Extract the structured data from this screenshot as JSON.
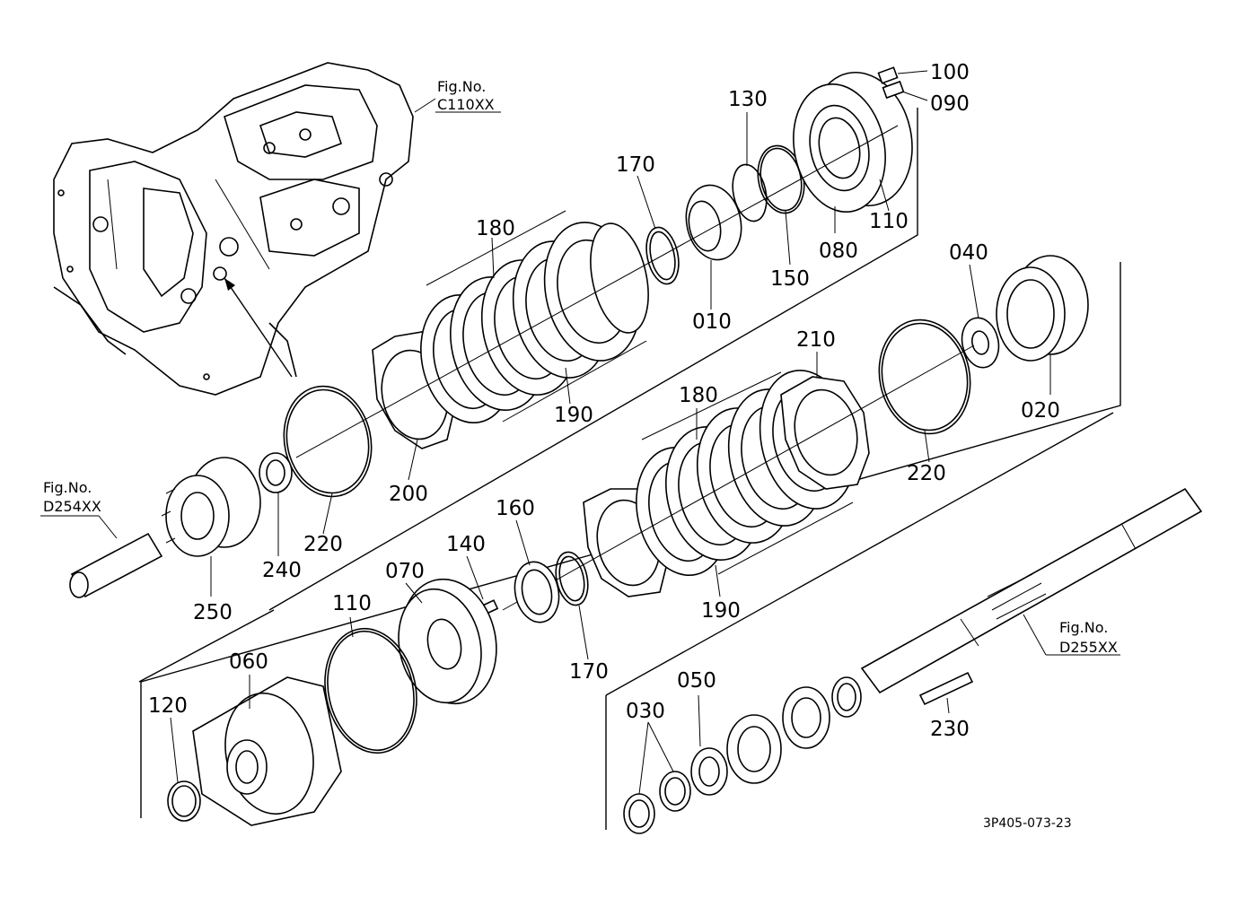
{
  "figure": {
    "code": "3P405-073-23",
    "refs": {
      "c110": {
        "l1": "Fig.No.",
        "l2": "C110XX"
      },
      "d254": {
        "l1": "Fig.No.",
        "l2": "D254XX"
      },
      "d255": {
        "l1": "Fig.No.",
        "l2": "D255XX"
      }
    },
    "labels": {
      "p100": "100",
      "p090": "090",
      "p130": "130",
      "p170a": "170",
      "p180a": "180",
      "p110a": "110",
      "p080": "080",
      "p150": "150",
      "p010": "010",
      "p190a": "190",
      "p040": "040",
      "p210": "210",
      "p020": "020",
      "p180b": "180",
      "p200": "200",
      "p220a": "220",
      "p240": "240",
      "p250": "250",
      "p220b": "220",
      "p160": "160",
      "p140": "140",
      "p070": "070",
      "p110b": "110",
      "p060": "060",
      "p120": "120",
      "p170b": "170",
      "p190b": "190",
      "p050": "050",
      "p030": "030",
      "p230": "230"
    }
  }
}
